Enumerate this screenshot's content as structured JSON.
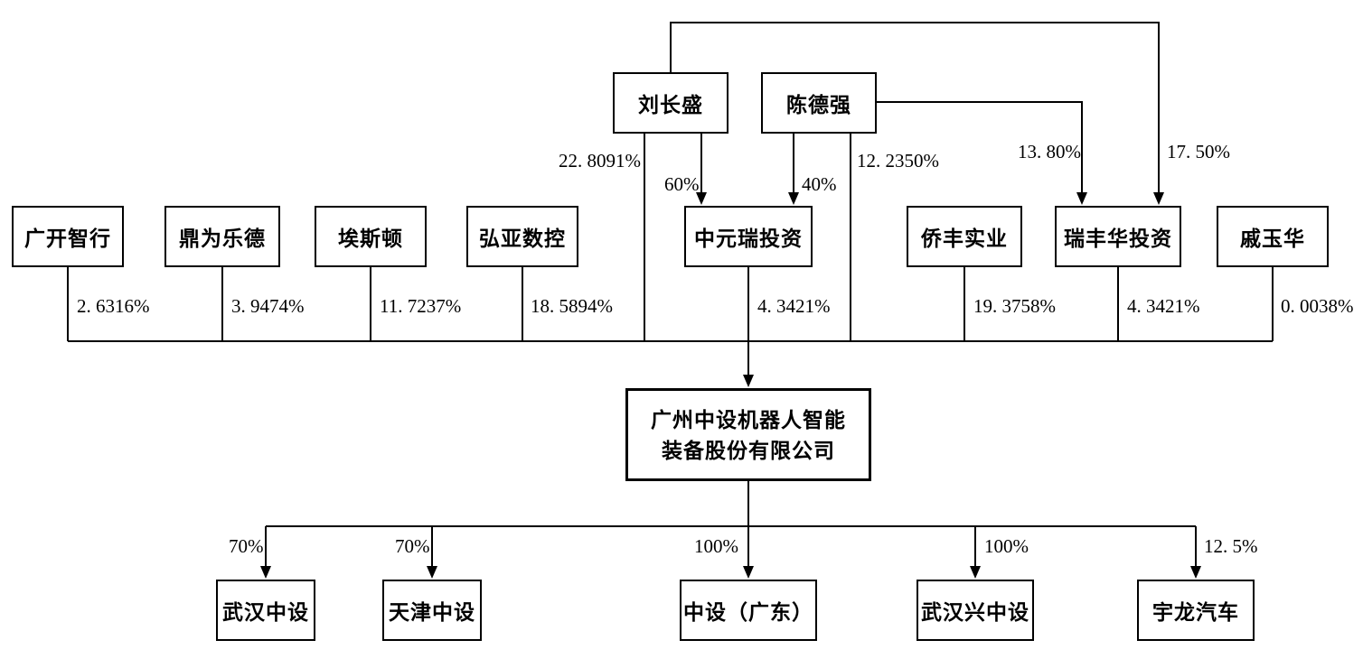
{
  "top_shareholders": [
    {
      "name": "刘长盛"
    },
    {
      "name": "陈德强"
    }
  ],
  "shareholders": [
    {
      "name": "广开智行",
      "stake": "2. 6316%"
    },
    {
      "name": "鼎为乐德",
      "stake": "3. 9474%"
    },
    {
      "name": "埃斯顿",
      "stake": "11. 7237%"
    },
    {
      "name": "弘亚数控",
      "stake": "18. 5894%"
    },
    {
      "name": "中元瑞投资",
      "stake": "4. 3421%"
    },
    {
      "name": "侨丰实业",
      "stake": "19. 3758%"
    },
    {
      "name": "瑞丰华投资",
      "stake": "4. 3421%"
    },
    {
      "name": "戚玉华",
      "stake": "0. 0038%"
    }
  ],
  "ownership_edges": {
    "liu_changsheng_to_company": "22. 8091%",
    "liu_changsheng_to_zhongyuanrui": "60%",
    "chen_deqiang_to_zhongyuanrui": "40%",
    "chen_deqiang_to_company": "12. 2350%",
    "chen_deqiang_to_ruifenghua": "13. 80%",
    "liu_changsheng_to_ruifenghua": "17. 50%"
  },
  "company": {
    "name_line1": "广州中设机器人智能",
    "name_line2": "装备股份有限公司"
  },
  "subsidiaries": [
    {
      "name": "武汉中设",
      "stake": "70%"
    },
    {
      "name": "天津中设",
      "stake": "70%"
    },
    {
      "name": "中设（广东）",
      "stake": "100%"
    },
    {
      "name": "武汉兴中设",
      "stake": "100%"
    },
    {
      "name": "宇龙汽车",
      "stake": "12. 5%"
    }
  ],
  "line_color": "#000000"
}
